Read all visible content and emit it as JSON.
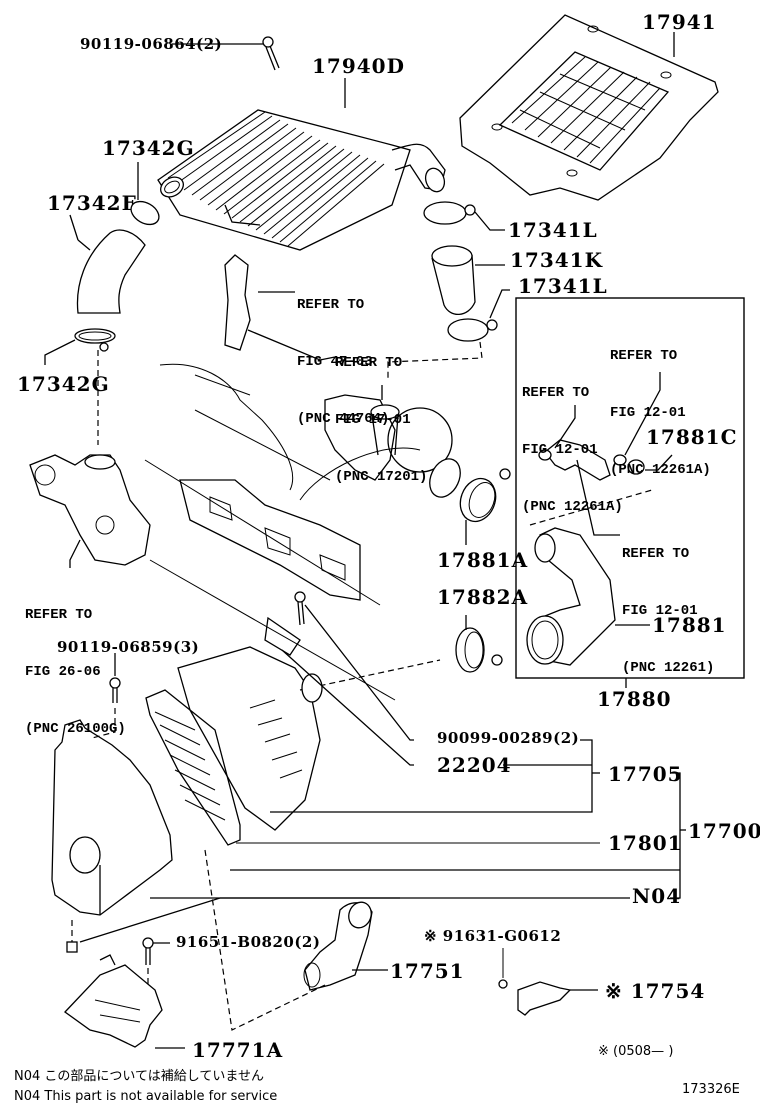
{
  "diagram": {
    "title_code": "173326E",
    "part_labels": {
      "p90119_06864": "90119-06864(2)",
      "p17940D": "17940D",
      "p17941": "17941",
      "p17342G_top": "17342G",
      "p17342F": "17342F",
      "p17341L_top": "17341L",
      "p17341K": "17341K",
      "p17341L_bot": "17341L",
      "p17342G_bot": "17342G",
      "p17881C": "17881C",
      "p17881A": "17881A",
      "p17882A": "17882A",
      "p17881": "17881",
      "p17880": "17880",
      "p90119_06859": "90119-06859(3)",
      "p90099_00289": "90099-00289(2)",
      "p22204": "22204",
      "p17705": "17705",
      "p17801": "17801",
      "p17700": "17700",
      "pN04": "N04",
      "p91651_B0820": "91651-B0820(2)",
      "p17751": "17751",
      "p91631_G0612": "※ 91631-G0612",
      "p17754": "※ 17754",
      "p17771A": "17771A"
    },
    "references": {
      "fig47": [
        "REFER TO",
        "FIG 47-03",
        "(PNC 44764)"
      ],
      "fig17": [
        "REFER TO",
        "FIG 17-01",
        "(PNC 17201)"
      ],
      "fig12_a": [
        "REFER TO",
        "FIG 12-01",
        "(PNC 12261A)"
      ],
      "fig12_b": [
        "REFER TO",
        "FIG 12-01",
        "(PNC 12261A)"
      ],
      "fig12_c": [
        "REFER TO",
        "FIG 12-01",
        "(PNC 12261)"
      ],
      "fig26": [
        "REFER TO",
        "FIG 26-06",
        "(PNC 26100G)"
      ]
    },
    "notes": {
      "jp": "N04  この部品については補給していません",
      "en": "N04  This part is not available for service",
      "date_range": "※  (0508—        )"
    }
  }
}
